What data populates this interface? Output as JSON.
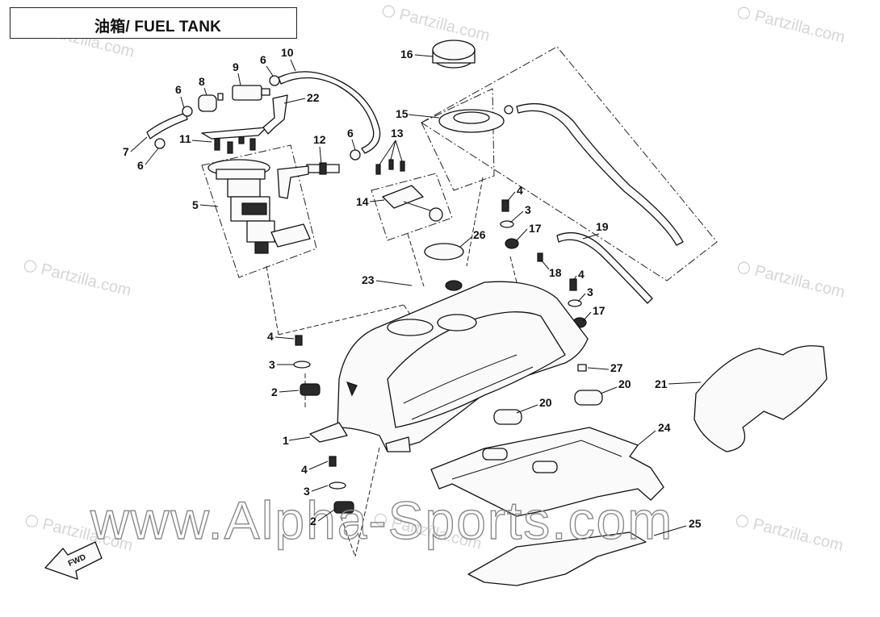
{
  "header": {
    "title": "油箱/ FUEL TANK"
  },
  "watermark": {
    "site": "Alpha-Sports.com",
    "diagram_text": "Partzilla.com",
    "main": "www.Alpha-Sports.com"
  },
  "fwd_arrow": {
    "label": "FWD"
  },
  "callouts": {
    "c1": "1",
    "c2a": "2",
    "c2b": "2",
    "c3a": "3",
    "c3b": "3",
    "c3c": "3",
    "c3d": "3",
    "c4a": "4",
    "c4b": "4",
    "c4c": "4",
    "c4d": "4",
    "c5": "5",
    "c6a": "6",
    "c6b": "6",
    "c6c": "6",
    "c6d": "6",
    "c7": "7",
    "c8": "8",
    "c9": "9",
    "c10": "10",
    "c11": "11",
    "c12": "12",
    "c13": "13",
    "c14": "14",
    "c15": "15",
    "c16": "16",
    "c17a": "17",
    "c17b": "17",
    "c18": "18",
    "c19": "19",
    "c20a": "20",
    "c20b": "20",
    "c21": "21",
    "c22": "22",
    "c23": "23",
    "c24": "24",
    "c25": "25",
    "c26": "26",
    "c27": "27"
  }
}
